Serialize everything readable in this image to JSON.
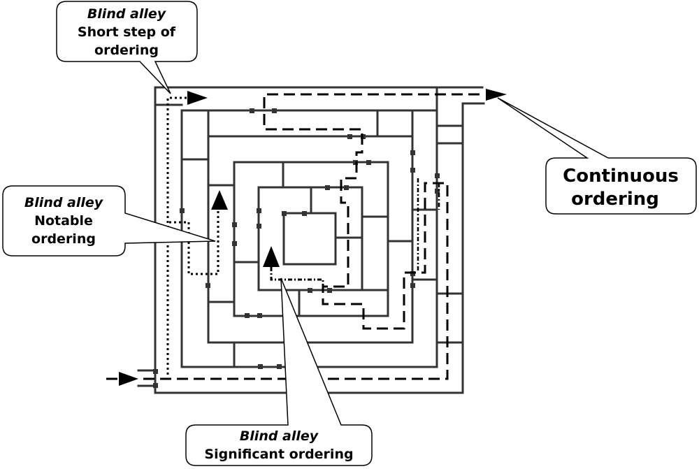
{
  "callouts": {
    "short_step": {
      "title": "Blind alley",
      "line1": "Short step of",
      "line2": "ordering"
    },
    "notable": {
      "title": "Blind alley",
      "line1": "Notable",
      "line2": "ordering"
    },
    "significant": {
      "title": "Blind alley",
      "line1": "Significant ordering"
    },
    "continuous": {
      "line1": "Continuous",
      "line2": "ordering"
    }
  },
  "colors": {
    "wall": "#333333",
    "path": "#000000",
    "background": "#ffffff"
  }
}
